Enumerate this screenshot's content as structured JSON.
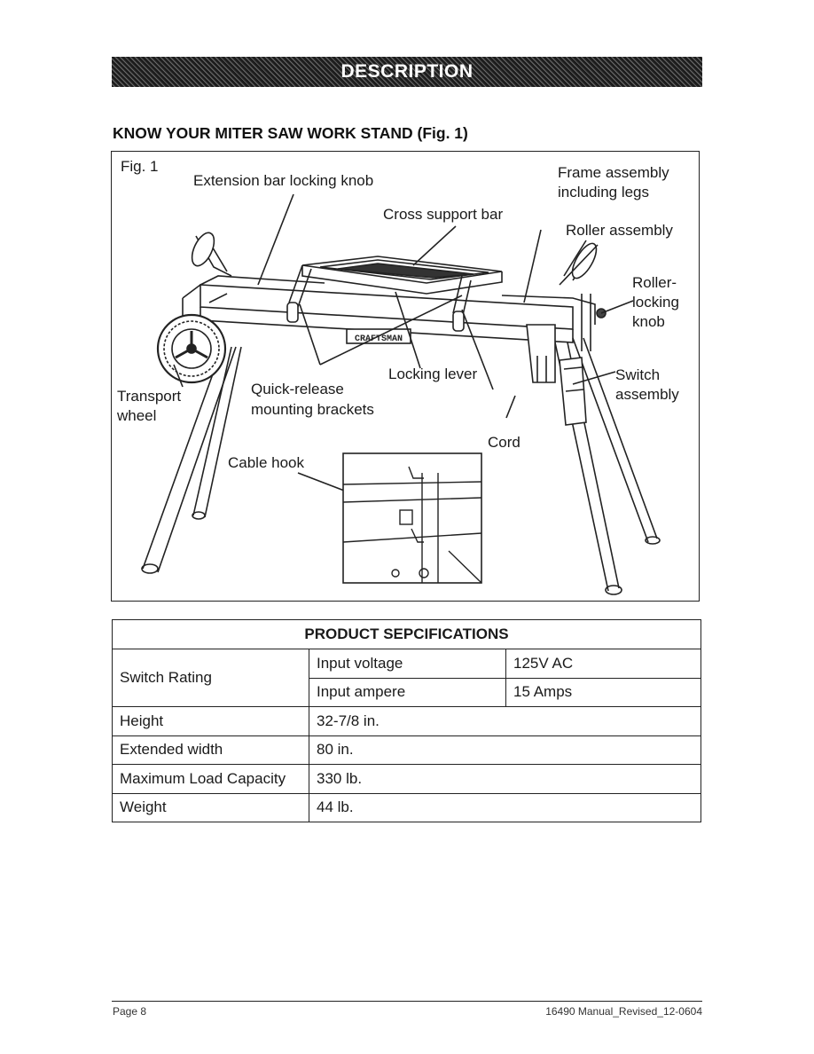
{
  "header": {
    "section_title": "DESCRIPTION"
  },
  "subheading": "KNOW YOUR MITER SAW WORK STAND (Fig. 1)",
  "figure": {
    "fig_label": "Fig. 1",
    "brand_plate": "CRAFTSMAN",
    "callouts": {
      "extension_knob": "Extension bar locking knob",
      "frame_line1": "Frame assembly",
      "frame_line2": "including legs",
      "cross_bar": "Cross support bar",
      "roller_assembly": "Roller assembly",
      "roller_knob_1": "Roller-",
      "roller_knob_2": "locking",
      "roller_knob_3": "knob",
      "switch_1": "Switch",
      "switch_2": "assembly",
      "locking_lever": "Locking lever",
      "quick_release_1": "Quick-release",
      "quick_release_2": "mounting brackets",
      "transport_1": "Transport",
      "transport_2": "wheel",
      "cord": "Cord",
      "cable_hook": "Cable hook"
    }
  },
  "specs": {
    "title": "PRODUCT SEPCIFICATIONS",
    "switch_rating": {
      "label": "Switch Rating",
      "rows": [
        {
          "name": "Input voltage",
          "value": "125V AC"
        },
        {
          "name": "Input ampere",
          "value": "15 Amps"
        }
      ]
    },
    "rows": [
      {
        "label": "Height",
        "value": "32-7/8 in."
      },
      {
        "label": "Extended width",
        "value": "80 in."
      },
      {
        "label": "Maximum Load Capacity",
        "value": "330 lb."
      },
      {
        "label": "Weight",
        "value": "44 lb."
      }
    ]
  },
  "footer": {
    "page": "Page 8",
    "doc_id": "16490 Manual_Revised_12-0604"
  }
}
